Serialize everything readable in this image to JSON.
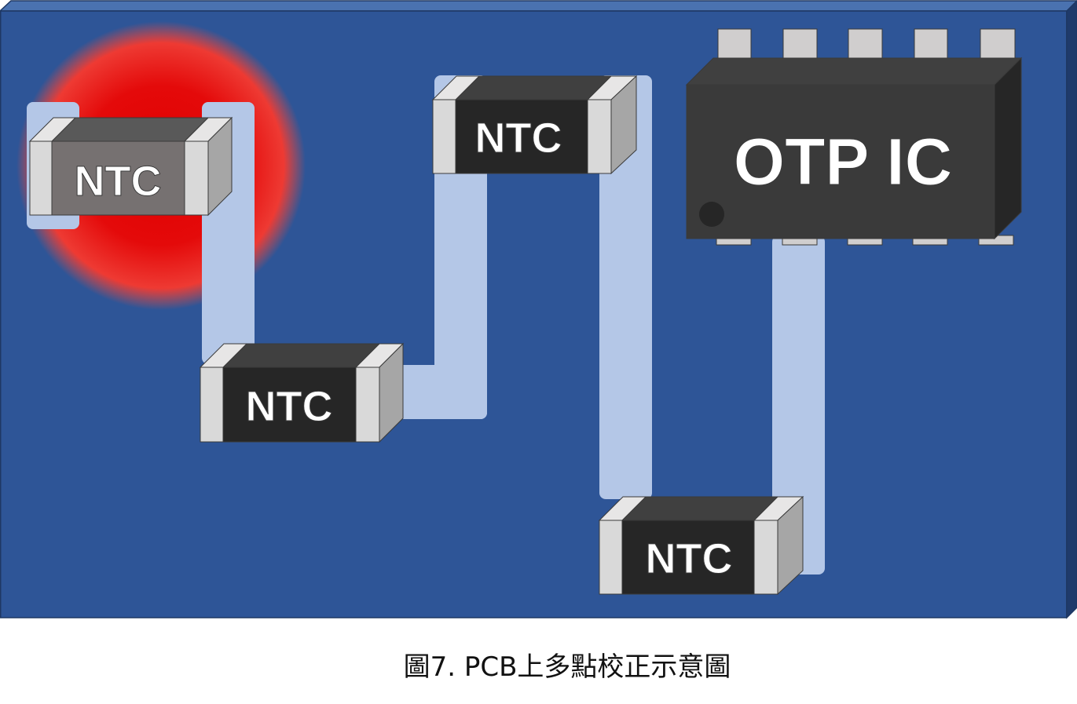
{
  "components": {
    "ntc_1": {
      "label": "NTC"
    },
    "ntc_2": {
      "label": "NTC"
    },
    "ntc_3": {
      "label": "NTC"
    },
    "ntc_4": {
      "label": "NTC"
    },
    "ic": {
      "label": "OTP IC"
    }
  },
  "caption": "圖7. PCB上多點校正示意圖",
  "colors": {
    "pcb": "#2e5597",
    "trace": "#b4c7e7",
    "hotspot": "#e00000",
    "chip_body": "#262626",
    "hot_chip_body": "#767171",
    "terminal": "#d0cece"
  }
}
